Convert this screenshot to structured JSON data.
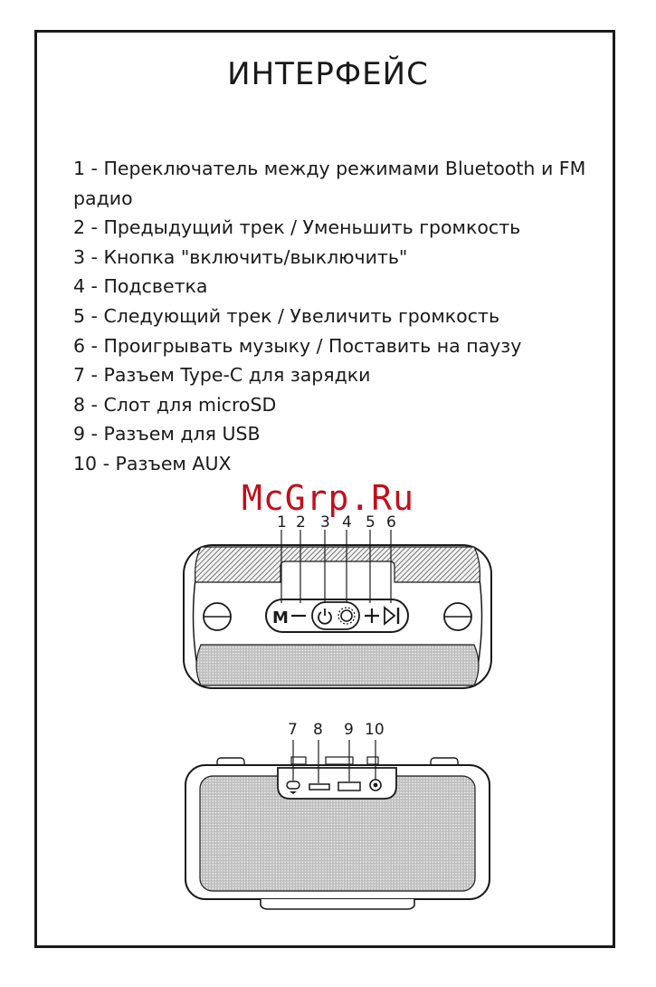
{
  "title": "ИНТЕРФЕЙС",
  "items": [
    "1 - Переключатель между режимами Bluetooth и FM радио",
    "2 - Предыдущий трек / Уменьшить громкость",
    "3 - Кнопка \"включить/выключить\"",
    "4 - Подсветка",
    "5 - Следующий трек / Увеличить громкость",
    "6 - Проигрывать музыку / Поставить на паузу",
    "7 - Разъем Type-C для зарядки",
    "8 - Слот для microSD",
    "9 - Разъем для USB",
    "10 - Разъем AUX"
  ],
  "watermark": "McGrp.Ru",
  "top_callouts": [
    "1",
    "2",
    "3",
    "4",
    "5",
    "6"
  ],
  "bottom_callouts": [
    "7",
    "8",
    "9",
    "10"
  ],
  "button_m_label": "M",
  "colors": {
    "ink": "#1a1a1a",
    "watermark": "#c0101c"
  },
  "icons": [
    "power-icon",
    "light-icon",
    "plus-icon",
    "minus-icon",
    "play-pause-icon",
    "type-c-port-icon",
    "microsd-slot-icon",
    "usb-port-icon",
    "aux-port-icon"
  ]
}
